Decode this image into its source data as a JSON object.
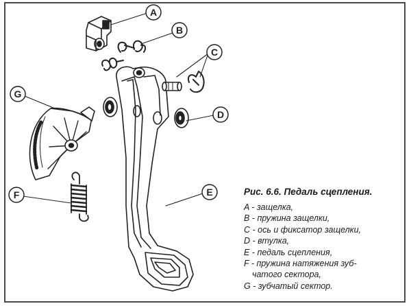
{
  "figure": {
    "title": "Рис. 6.6. Педаль сцепления.",
    "legend": [
      "A - защелка,",
      "B - пружина защелки,",
      "C - ось и фиксатор защелки,",
      "D - втулка,",
      "E - педаль сцепления,",
      "F - пружина натяжения зуб-",
      "чатого сектора,",
      "G - зубчатый сектор."
    ]
  },
  "callouts": {
    "a": "A",
    "b": "B",
    "c": "C",
    "d": "D",
    "e": "E",
    "f": "F",
    "g": "G"
  },
  "colors": {
    "ink": "#222222",
    "paper": "#ffffff",
    "frame": "#4a4a4a"
  }
}
